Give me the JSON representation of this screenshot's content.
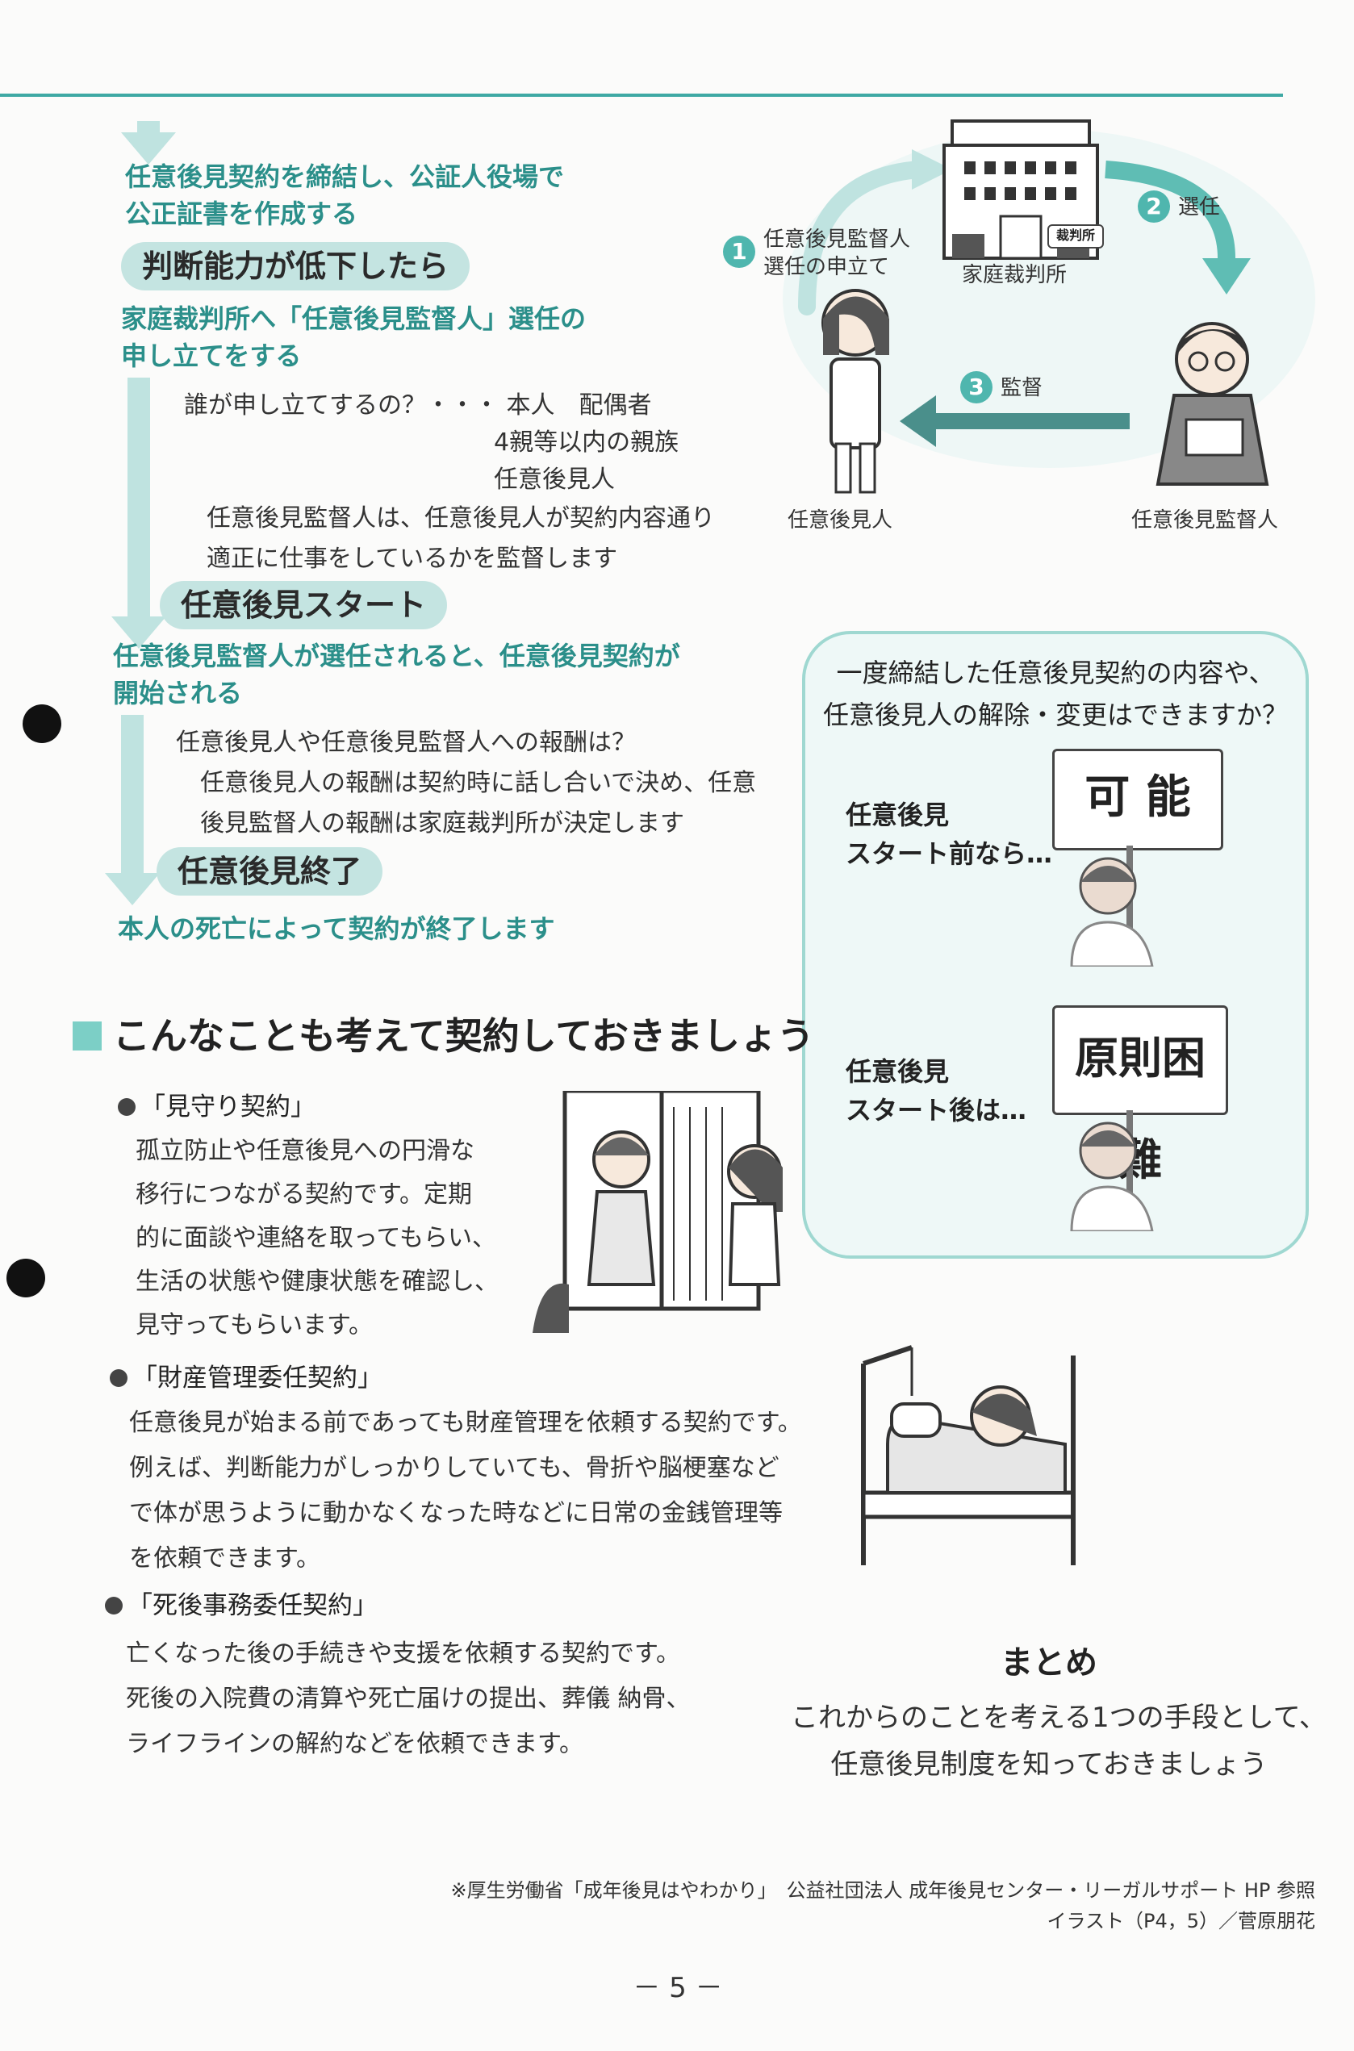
{
  "flow": {
    "step1_text": "任意後見契約を締結し、公証人役場で\n公正証書を作成する",
    "pill1": "判断能力が低下したら",
    "step2_text": "家庭裁判所へ「任意後見監督人」選任の\n申し立てをする",
    "who_question": "誰が申し立てするの？・・・ 本人　配偶者",
    "who_answer_2": "4親等以内の親族",
    "who_answer_3": "任意後見人",
    "supervisor_note": "任意後見監督人は、任意後見人が契約内容通り\n適正に仕事をしているかを監督します",
    "pill2": "任意後見スタート",
    "step3_text": "任意後見監督人が選任されると、任意後見契約が\n開始される",
    "fee_question": "任意後見人や任意後見監督人への報酬は？",
    "fee_answer": "任意後見人の報酬は契約時に話し合いで決め、任意\n後見監督人の報酬は家庭裁判所が決定します",
    "pill3": "任意後見終了",
    "step4_text": "本人の死亡によって契約が終了します"
  },
  "diagram": {
    "court_label": "家庭裁判所",
    "court_sign": "裁判所",
    "step1_badge": "1",
    "step1_label": "任意後見監督人\n選任の申立て",
    "step2_badge": "2",
    "step2_label": "選任",
    "step3_badge": "3",
    "step3_label": "監督",
    "guardian_label": "任意後見人",
    "supervisor_label": "任意後見監督人"
  },
  "qa": {
    "question": "一度締結した任意後見契約の内容や、\n任意後見人の解除・変更はできますか？",
    "before_label": "任意後見\nスタート前なら…",
    "before_sign": "可 能",
    "after_label": "任意後見\nスタート後は…",
    "after_sign": "原則困難"
  },
  "section": {
    "title": "こんなことも考えて契約しておきましょう",
    "items": [
      {
        "title": "「見守り契約」",
        "text": "孤立防止や任意後見への円滑な\n移行につながる契約です。定期\n的に面談や連絡を取ってもらい、\n生活の状態や健康状態を確認し、\n見守ってもらいます。"
      },
      {
        "title": "「財産管理委任契約」",
        "text": "任意後見が始まる前であっても財産管理を依頼する契約です。\n例えば、判断能力がしっかりしていても、骨折や脳梗塞など\nで体が思うように動かなくなった時などに日常の金銭管理等\nを依頼できます。"
      },
      {
        "title": "「死後事務委任契約」",
        "text": "亡くなった後の手続きや支援を依頼する契約です。\n死後の入院費の清算や死亡届けの提出、葬儀 納骨、\nライフラインの解約などを依頼できます。"
      }
    ]
  },
  "summary": {
    "title": "まとめ",
    "text": "これからのことを考える1つの手段として、\n任意後見制度を知っておきましょう"
  },
  "footer": {
    "reference": "※厚生労働省「成年後見はやわかり」　公益社団法人 成年後見センター・リーガルサポート HP 参照\nイラスト（P4，5）／菅原朋花",
    "page_number": "－ 5 －"
  }
}
